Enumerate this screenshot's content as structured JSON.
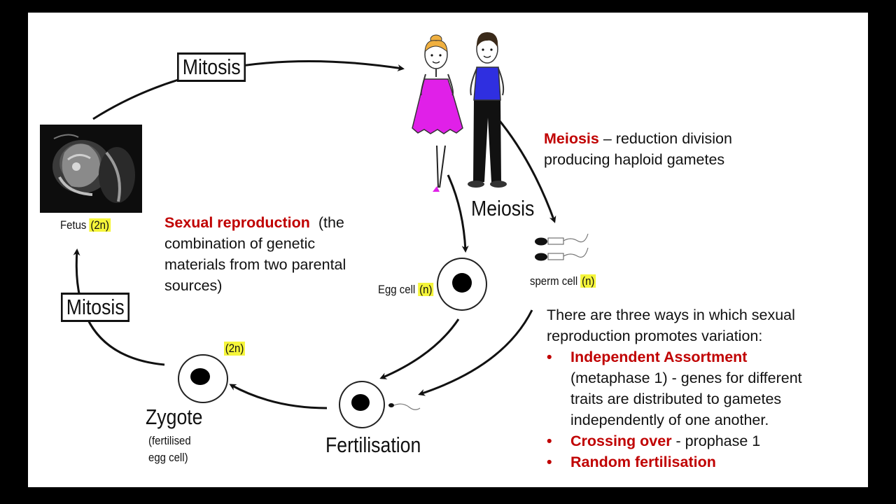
{
  "labels": {
    "mitosis_top": "Mitosis",
    "mitosis_left": "Mitosis",
    "meiosis": "Meiosis",
    "fetus": "Fetus",
    "fetus_ploidy": "(2n)",
    "egg": "Egg cell",
    "egg_ploidy": "(n)",
    "sperm": "sperm cell",
    "sperm_ploidy": "(n)",
    "zygote": "Zygote",
    "zygote_sub1": "(fertilised",
    "zygote_sub2": "egg cell)",
    "zygote_ploidy": "(2n)",
    "fertilisation": "Fertilisation"
  },
  "meiosis_note": {
    "term": "Meiosis",
    "line1_rest": " – reduction division",
    "line2": "producing haploid gametes"
  },
  "sexual_note": {
    "term": "Sexual reproduction",
    "line1_rest": "  (the",
    "line2": "combination of genetic",
    "line3": "materials from two parental",
    "line4": "sources)"
  },
  "variation": {
    "intro1": "There are three ways in which sexual",
    "intro2": "reproduction promotes variation:",
    "b1_term": "Independent Assortment",
    "b1_l2": "(metaphase 1) - genes for different",
    "b1_l3": "traits are distributed to gametes",
    "b1_l4": "independently of one another.",
    "b2_term": "Crossing over",
    "b2_rest": " - prophase 1",
    "b3_term": "Random fertilisation"
  },
  "colors": {
    "accent_red": "#c00000",
    "highlight": "#f5f53a",
    "dress": "#e020e8",
    "shirt": "#2f2fe0"
  }
}
